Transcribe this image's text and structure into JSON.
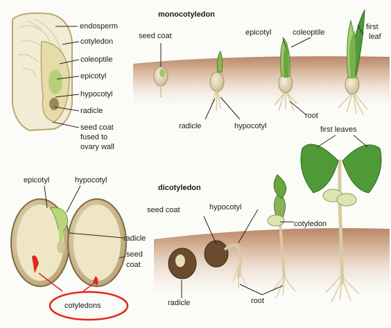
{
  "seed_labels": {
    "endosperm": "endosperm",
    "cotyledon": "cotyledon",
    "coleoptile": "coleoptile",
    "epicotyl": "epicotyl",
    "hypocotyl": "hypocotyl",
    "radicle": "radicle",
    "seed_coat_line1": "seed coat",
    "seed_coat_line2": "fused to",
    "seed_coat_line3": "ovary wall"
  },
  "monocot": {
    "title": "monocotyledon",
    "seed_coat": "seed coat",
    "epicotyl": "epicotyl",
    "coleoptile": "coleoptile",
    "first_leaf_line1": "first",
    "first_leaf_line2": "leaf",
    "radicle": "radicle",
    "hypocotyl": "hypocotyl",
    "root": "root"
  },
  "bean_seed": {
    "epicotyl": "epicotyl",
    "hypocotyl": "hypocotyl",
    "radicle": "radicle",
    "seed_line1": "seed",
    "seed_line2": "coat",
    "cotyledons": "cotyledons"
  },
  "dicot": {
    "title": "dicotyledon",
    "seed_coat": "seed coat",
    "hypocotyl": "hypocotyl",
    "cotyledon": "cotyledon",
    "first_leaves": "first leaves",
    "radicle": "radicle",
    "root": "root"
  },
  "colors": {
    "soil": "#c69878",
    "seed_tan": "#e8dcb8",
    "leaf_green": "#5c9a3e",
    "root_tan": "#d8cba0",
    "highlight_red": "#e3261b"
  }
}
